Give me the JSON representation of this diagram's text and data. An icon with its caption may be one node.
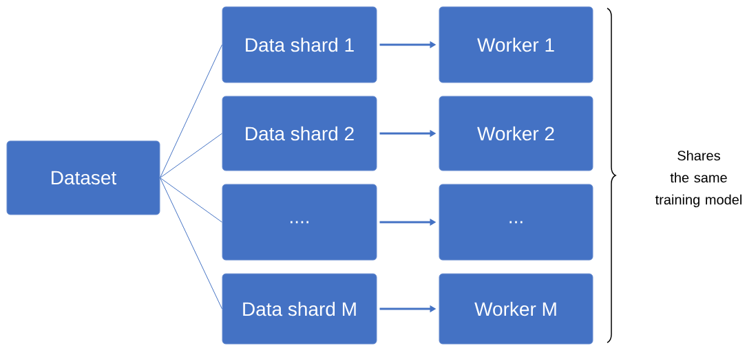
{
  "diagram": {
    "nodes": [
      {
        "text": [
          "Dataset"
        ]
      },
      {
        "text": [
          "Data shard 1"
        ]
      },
      {
        "text": [
          "Worker 1"
        ]
      },
      {
        "text": [
          "Data shard 2"
        ]
      },
      {
        "text": [
          "Worker 2"
        ]
      },
      {
        "text": [
          "...."
        ]
      },
      {
        "text": [
          "..."
        ]
      },
      {
        "text": [
          "Data shard M"
        ]
      },
      {
        "text": [
          "Worker M"
        ]
      }
    ],
    "edges": [
      {
        "from": 0,
        "to": 1,
        "arrow": "none"
      },
      {
        "from": 0,
        "to": 3,
        "arrow": "none"
      },
      {
        "from": 0,
        "to": 5,
        "arrow": "none"
      },
      {
        "from": 0,
        "to": 7,
        "arrow": "none"
      },
      {
        "from": 1,
        "to": 2,
        "arrow": "to",
        "style": "thick"
      },
      {
        "from": 3,
        "to": 4,
        "arrow": "to",
        "style": "thick"
      },
      {
        "from": 5,
        "to": 6,
        "arrow": "to",
        "style": "thick"
      },
      {
        "from": 7,
        "to": 8,
        "arrow": "to",
        "style": "thick"
      }
    ],
    "labels": [
      "Shares the same training model"
    ]
  }
}
